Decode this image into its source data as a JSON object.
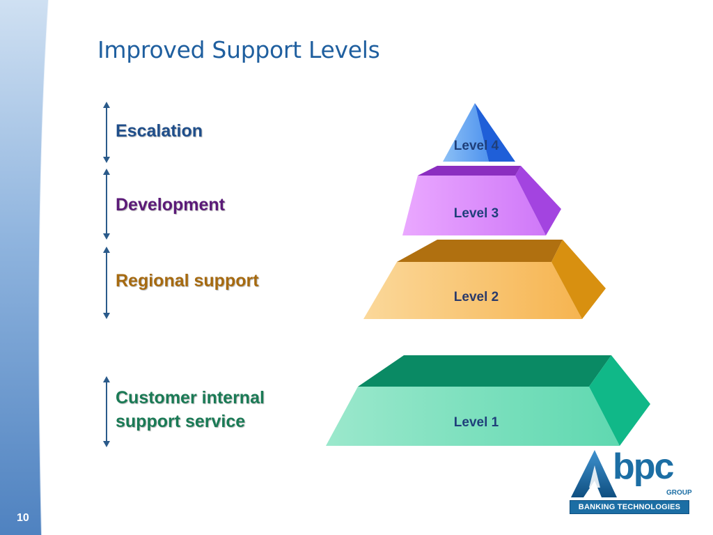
{
  "title": "Improved Support Levels",
  "page_number": "10",
  "side_labels": [
    {
      "lines": [
        "Escalation"
      ],
      "color": "#1f4e8a"
    },
    {
      "lines": [
        "Development"
      ],
      "color": "#5b1a78"
    },
    {
      "lines": [
        "Regional support"
      ],
      "color": "#a66a10"
    },
    {
      "lines": [
        "Customer internal",
        "support service"
      ],
      "color": "#1a7a55"
    }
  ],
  "pyramid_levels": [
    {
      "label": "Level 4",
      "text_color": "#1f3f7a",
      "colors": {
        "light": "#8cc0f6",
        "front": "#4f93ee",
        "side": "#1f5fd8",
        "top": "#2f70e0"
      }
    },
    {
      "label": "Level 3",
      "text_color": "#1f3f7a",
      "colors": {
        "light": "#eaa8ff",
        "front": "#cf78f8",
        "side": "#a344e0",
        "top": "#8b2ec0"
      }
    },
    {
      "label": "Level 2",
      "text_color": "#2a3a6a",
      "colors": {
        "light": "#fbd89a",
        "front": "#f6b450",
        "side": "#d89010",
        "top": "#b07010"
      }
    },
    {
      "label": "Level 1",
      "text_color": "#1f3f7a",
      "colors": {
        "light": "#9be8cc",
        "front": "#5fd8b0",
        "side": "#10b888",
        "top": "#0a8a64"
      }
    }
  ],
  "logo": {
    "word": "bpc",
    "group": "GROUP",
    "tagline": "BANKING TECHNOLOGIES",
    "color": "#1c6ea4"
  },
  "colors": {
    "title": "#1f5f9f",
    "arrow": "#2a5a8a",
    "sidebar_light": "#c9dcf0",
    "sidebar_dark": "#5e8fc8"
  }
}
